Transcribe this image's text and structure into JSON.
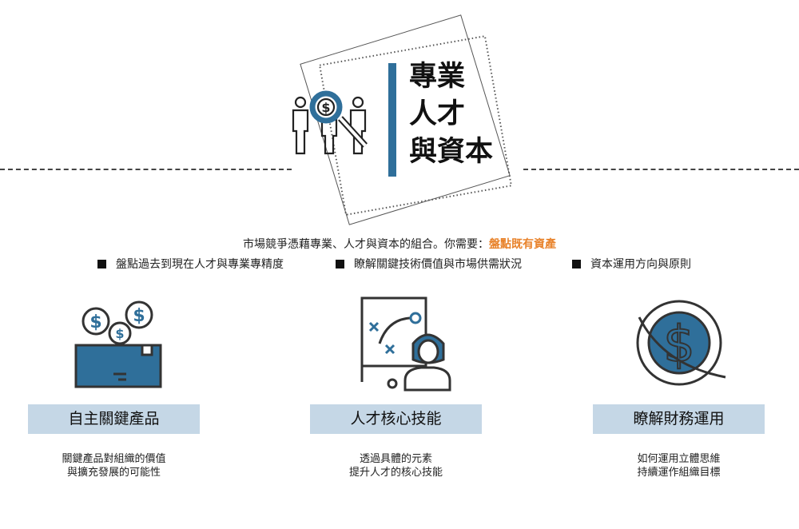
{
  "title": {
    "line1": "專業",
    "line2": "人才",
    "line3": "與資本"
  },
  "intro": {
    "text": "市場競爭憑藉專業、人才與資本的組合。你需要：",
    "highlight": "盤點既有資產"
  },
  "bullets": [
    "盤點過去到現在人才與專業專精度",
    "瞭解關鍵技術價值與市場供需狀況",
    "資本運用方向與原則"
  ],
  "cards": [
    {
      "label": "自主關鍵產品",
      "desc1": "關鍵產品對組織的價值",
      "desc2": "與擴充發展的可能性",
      "icon": "money-box-icon"
    },
    {
      "label": "人才核心技能",
      "desc1": "透過具體的元素",
      "desc2": "提升人才的核心技能",
      "icon": "strategy-board-person-icon"
    },
    {
      "label": "瞭解財務運用",
      "desc1": "如何運用立體思維",
      "desc2": "持續運作組織目標",
      "icon": "dollar-orbit-icon"
    }
  ],
  "colors": {
    "accent": "#2f6f9a",
    "label_bg": "#c5d7e6",
    "highlight": "#e8822a"
  }
}
